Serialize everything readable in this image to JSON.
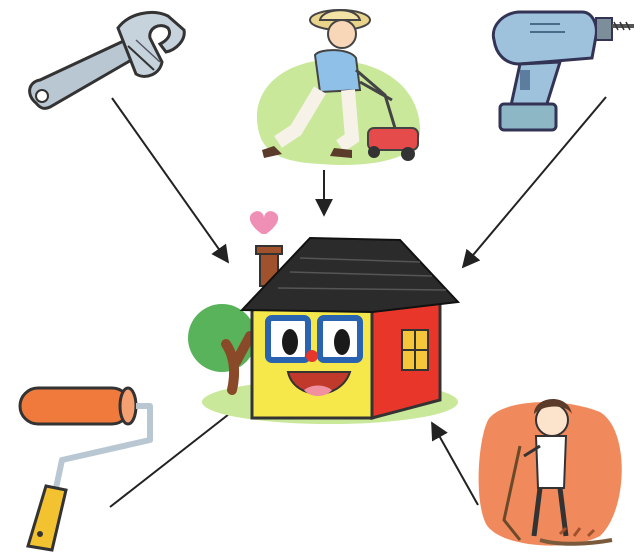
{
  "scene": {
    "center": "cartoon-house",
    "surrounding_items": [
      "wrench",
      "lawn-mowing-man",
      "power-drill",
      "paint-roller",
      "boy-raking-leaves"
    ]
  },
  "colors": {
    "house_wall": "#f6e84a",
    "house_side": "#e8372a",
    "roof": "#2b2b2b",
    "chimney": "#a0522d",
    "heart": "#f08fb5",
    "bush": "#58b35a",
    "lawn": "#c9e89a",
    "tool_metal": "#b9c7d2",
    "drill_body": "#9ec1dc",
    "roller": "#f07a3c",
    "roller_handle": "#f2c230",
    "blob_orange": "#f08a5d",
    "mower": "#e54b4b",
    "arrow": "#222222"
  },
  "icons": [
    "wrench-icon",
    "lawn-mower-man-icon",
    "drill-icon",
    "paint-roller-icon",
    "raking-boy-icon",
    "house-icon",
    "heart-icon"
  ]
}
